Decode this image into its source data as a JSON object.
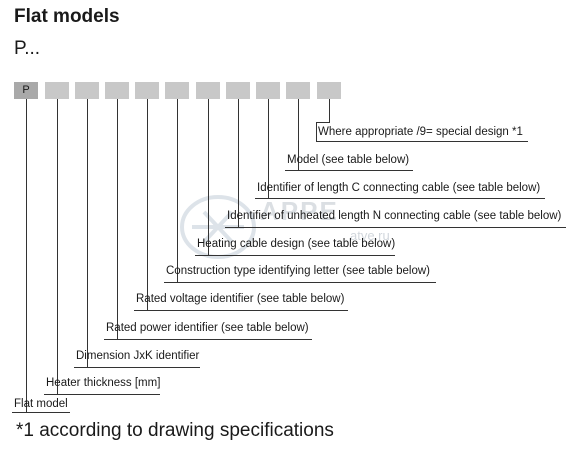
{
  "title": "Flat models",
  "code_prefix": "P...",
  "first_box_letter": "P",
  "labels": [
    "Where appropriate /9= special design *1",
    "Model (see table below)",
    "Identifier of length C connecting cable (see table below)",
    "Identifier of unheated length N connecting cable (see table below)",
    "Heating cable design (see table below)",
    "Construction type identifying letter (see table below)",
    "Rated voltage identifier (see table below)",
    "Rated power identifier (see table below)",
    "Dimension JxK identifier",
    "Heater thickness [mm]",
    "Flat model"
  ],
  "footnote": "*1 according to drawing specifications",
  "watermark": "APPE",
  "watermark_sub": "atve.ru"
}
